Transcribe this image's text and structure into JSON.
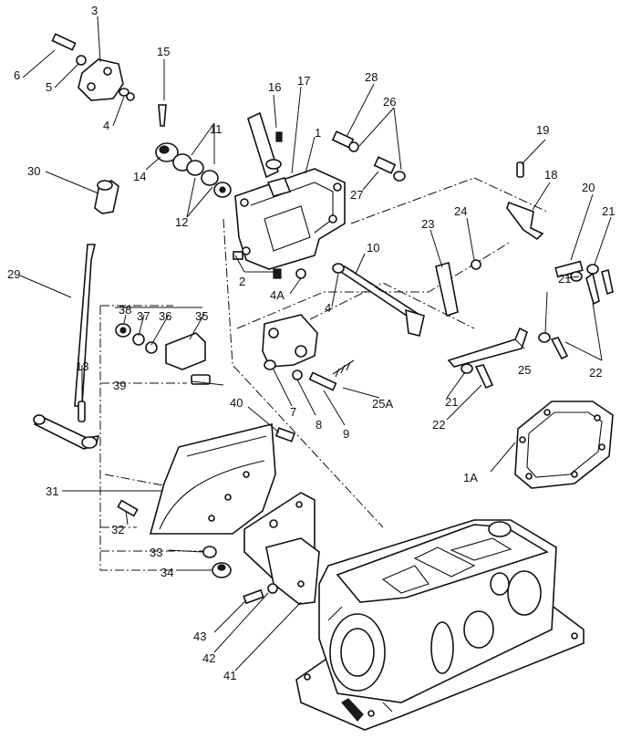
{
  "callouts": [
    {
      "label": "1"
    },
    {
      "label": "1A"
    },
    {
      "label": "2"
    },
    {
      "label": "3"
    },
    {
      "label": "4"
    },
    {
      "label": "4"
    },
    {
      "label": "4A"
    },
    {
      "label": "5"
    },
    {
      "label": "6"
    },
    {
      "label": "7"
    },
    {
      "label": "8"
    },
    {
      "label": "9"
    },
    {
      "label": "10"
    },
    {
      "label": "11"
    },
    {
      "label": "12"
    },
    {
      "label": "13"
    },
    {
      "label": "14"
    },
    {
      "label": "15"
    },
    {
      "label": "16"
    },
    {
      "label": "17"
    },
    {
      "label": "18"
    },
    {
      "label": "19"
    },
    {
      "label": "20"
    },
    {
      "label": "21"
    },
    {
      "label": "21"
    },
    {
      "label": "21"
    },
    {
      "label": "22"
    },
    {
      "label": "22"
    },
    {
      "label": "23"
    },
    {
      "label": "24"
    },
    {
      "label": "25"
    },
    {
      "label": "25A"
    },
    {
      "label": "26"
    },
    {
      "label": "27"
    },
    {
      "label": "28"
    },
    {
      "label": "29"
    },
    {
      "label": "30"
    },
    {
      "label": "31"
    },
    {
      "label": "32"
    },
    {
      "label": "33"
    },
    {
      "label": "34"
    },
    {
      "label": "35"
    },
    {
      "label": "36"
    },
    {
      "label": "37"
    },
    {
      "label": "38"
    },
    {
      "label": "39"
    },
    {
      "label": "40"
    },
    {
      "label": "41"
    },
    {
      "label": "42"
    },
    {
      "label": "43"
    }
  ]
}
